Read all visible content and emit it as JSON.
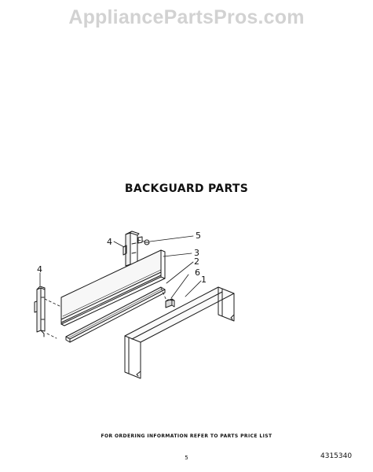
{
  "watermark": "AppliancePartsPros.com",
  "title": "BACKGUARD PARTS",
  "callouts": {
    "part_1": "1",
    "part_2": "2",
    "part_3": "3",
    "part_4_upper": "4",
    "part_4_left": "4",
    "part_5": "5",
    "part_6": "6"
  },
  "footer": {
    "note": "FOR ORDERING INFORMATION REFER TO PARTS PRICE LIST",
    "page_number": "5",
    "doc_number": "4315340"
  }
}
